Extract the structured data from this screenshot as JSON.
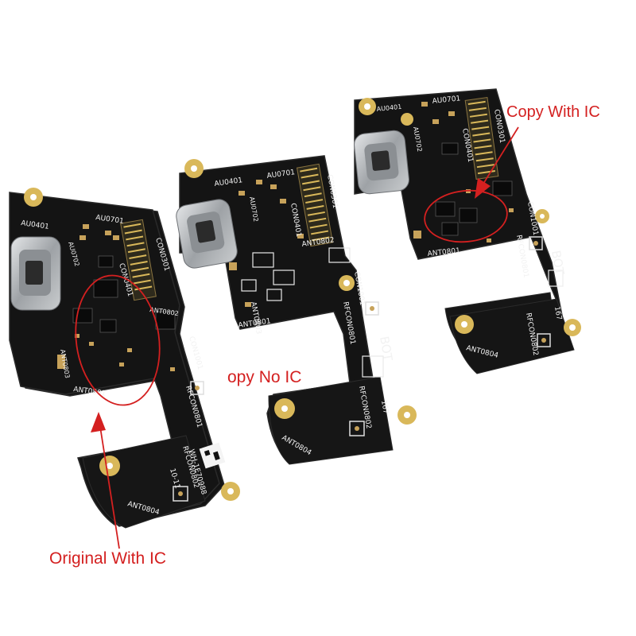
{
  "annotations": {
    "original": "Original With IC",
    "copy_no_ic": "opy No IC",
    "copy_with_ic": "Copy With IC"
  },
  "colors": {
    "annotation": "#d42020",
    "pcb": "#141414",
    "pad_gold": "#d9b85a",
    "metal": "#b9bcbf",
    "silkscreen": "#f2f2f2"
  },
  "boards": [
    {
      "labels": [
        "AU0701",
        "AU0401",
        "AU0702",
        "CON0301",
        "CON0401",
        "ANT0801",
        "ANT0802",
        "ANT0803",
        "CON1001",
        "RFCON0801",
        "RFCON0802",
        "ANT0804",
        "WH-1E70988",
        "10-11"
      ]
    },
    {
      "labels": [
        "AU0701",
        "AU0401",
        "AU0702",
        "CON0301",
        "CON0401",
        "ANT0801",
        "ANT0802",
        "ANT0803",
        "CON1001",
        "RFCON0801",
        "RFCON0802",
        "ANT0804",
        "BOT",
        "167"
      ]
    },
    {
      "labels": [
        "AU0701",
        "AU0401",
        "AU0702",
        "CON0301",
        "CON0401",
        "ANT0801",
        "CON1001",
        "RFCON0801",
        "RFCON0802",
        "ANT0804",
        "BOT",
        "167"
      ]
    }
  ]
}
